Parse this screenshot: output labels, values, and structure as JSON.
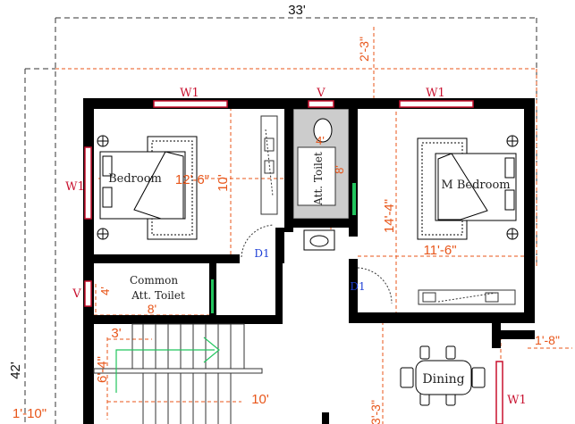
{
  "outer_dims": {
    "width": "33'",
    "height": "42'",
    "top_offset": "2'-3\"",
    "left_offset": "1'-10\"",
    "right_offset": "1'-8\"",
    "bottom_offset": "3'-3\""
  },
  "rooms": {
    "bedroom_left": "Bedroom",
    "att_toilet": "Att. Toilet",
    "m_bedroom": "M Bedroom",
    "common_toilet_line1": "Common",
    "common_toilet_line2": "Att. Toilet",
    "dining": "Dining"
  },
  "dims": {
    "bedroom_w": "12'-6\"",
    "bedroom_h": "10'",
    "toilet_w": "4'",
    "toilet_h": "8'",
    "mbed_w": "11'-6\"",
    "mbed_h": "14'-4\"",
    "common_w": "8'",
    "common_h": "4'",
    "stair_w": "3'",
    "stair_h": "6'-4\"",
    "stair_len": "10'"
  },
  "windows": {
    "w1": "W1",
    "v": "V"
  },
  "doors": {
    "d1": "D1"
  },
  "colors": {
    "wall": "#000000",
    "dimension": "#e8561a",
    "window": "#c8102e",
    "door": "#1d3fd6",
    "green": "#22c55e"
  }
}
